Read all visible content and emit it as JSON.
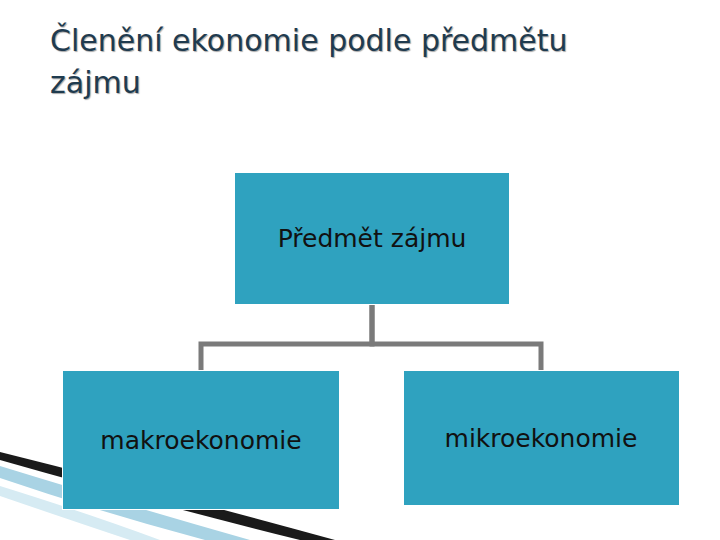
{
  "diagram": {
    "title": "Členění ekonomie podle předmětu zájmu",
    "nodes": [
      {
        "text": [
          "Předmět zájmu"
        ]
      },
      {
        "text": [
          "makroekonomie"
        ]
      },
      {
        "text": [
          "mikroekonomie"
        ]
      }
    ],
    "edges": [
      {
        "from": 0,
        "to": 1,
        "arrow": "none"
      },
      {
        "from": 0,
        "to": 2,
        "arrow": "none"
      }
    ]
  }
}
